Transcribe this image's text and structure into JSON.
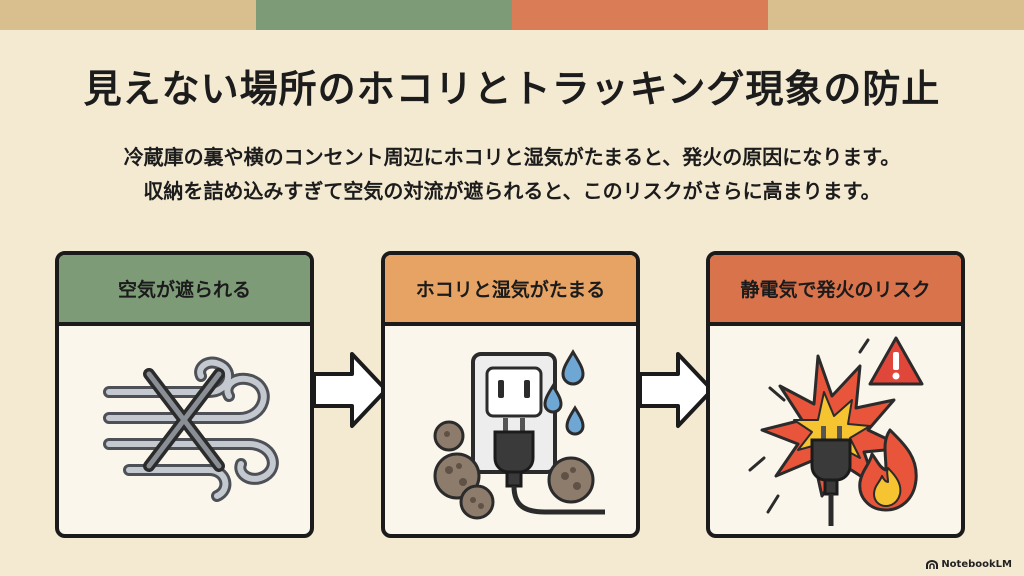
{
  "colors": {
    "background": "#F4EAD2",
    "bar_tan": "#D9BE8E",
    "bar_green": "#7E9B78",
    "bar_orange": "#DA7C56",
    "head_green": "#7E9B78",
    "head_orange": "#E6A364",
    "head_red": "#D9734C"
  },
  "title": "見えない場所のホコリとトラッキング現象の防止",
  "description": {
    "line1": "冷蔵庫の裏や横のコンセント周辺にホコリと湿気がたまると、発火の原因になります。",
    "line2": "収納を詰め込みすぎて空気の対流が遮られると、このリスクがさらに高まります。"
  },
  "steps": [
    {
      "label": "空気が遮られる",
      "icon": "blocked-wind-icon"
    },
    {
      "label": "ホコリと湿気がたまる",
      "icon": "dusty-outlet-icon"
    },
    {
      "label": "静電気で発火のリスク",
      "icon": "sparking-plug-icon"
    }
  ],
  "badge": {
    "text": "NotebookLM"
  }
}
